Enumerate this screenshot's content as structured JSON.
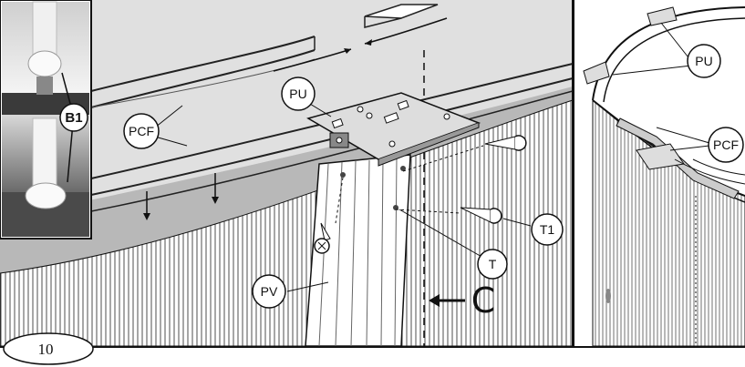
{
  "page_number": "10",
  "inset_label": "B1",
  "callouts": {
    "pcf": "PCF",
    "pu": "PU",
    "pv": "PV",
    "t": "T",
    "t1": "T1",
    "right_pu": "PU",
    "right_pcf": "PCF"
  },
  "direction_letter": "C"
}
